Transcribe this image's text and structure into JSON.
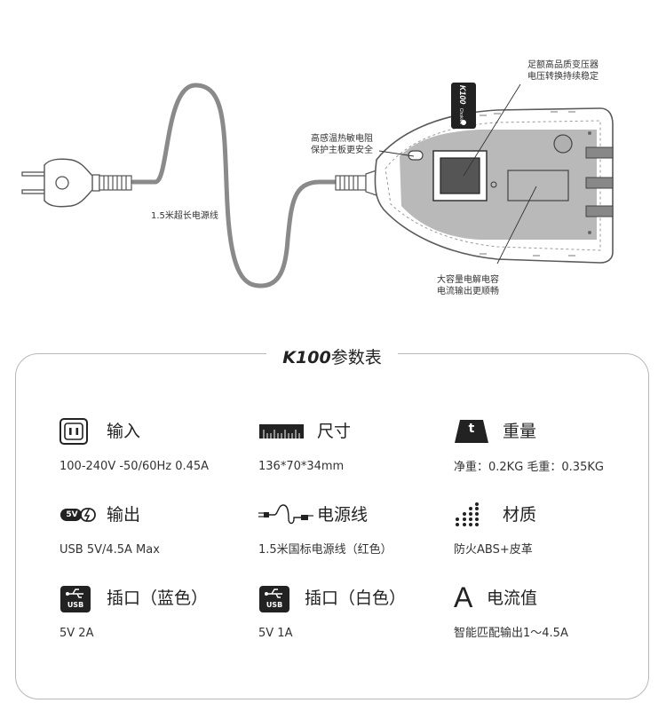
{
  "callouts": {
    "transformer": [
      "足额高品质变压器",
      "电压转换持续稳定"
    ],
    "thermistor": [
      "高感温热敏电阻",
      "保护主板更安全"
    ],
    "capacitor": [
      "大容量电解电容",
      "电流输出更顺畅"
    ],
    "cable_length": "1.5米超长电源线"
  },
  "device_tag": {
    "model": "K100",
    "brand": "Chokiee"
  },
  "spec_sheet": {
    "model": "K100",
    "title_suffix": "参数表",
    "items": [
      {
        "icon": "power-socket-icon",
        "label": "输入",
        "value": "100-240V -50/60Hz  0.45A"
      },
      {
        "icon": "ruler-icon",
        "label": "尺寸",
        "value": "136*70*34mm"
      },
      {
        "icon": "weight-icon",
        "icon_text": "t",
        "label": "重量",
        "value": "净重：0.2KG 毛重：0.35KG"
      },
      {
        "icon": "output-charge-icon",
        "icon_text": "5V",
        "label": "输出",
        "value": "USB 5V/4.5A Max"
      },
      {
        "icon": "power-cord-icon",
        "label": "电源线",
        "value": "1.5米国标电源线（红色）"
      },
      {
        "icon": "material-dots-icon",
        "label": "材质",
        "value": "防火ABS+皮革"
      },
      {
        "icon": "usb-icon",
        "icon_text": "USB",
        "label": "插口（蓝色）",
        "value": "5V 2A"
      },
      {
        "icon": "usb-icon",
        "icon_text": "USB",
        "label": "插口（白色）",
        "value": "5V 1A"
      },
      {
        "icon": "current-a-icon",
        "icon_text": "A",
        "label": "电流值",
        "value": "智能匹配输出1～4.5A"
      }
    ]
  },
  "colors": {
    "cable": "#8a8a8a",
    "board": "#b9b9b9",
    "shell_outline": "#5a5a5a",
    "icon_dark": "#222222",
    "card_border": "#b8b8b8"
  }
}
